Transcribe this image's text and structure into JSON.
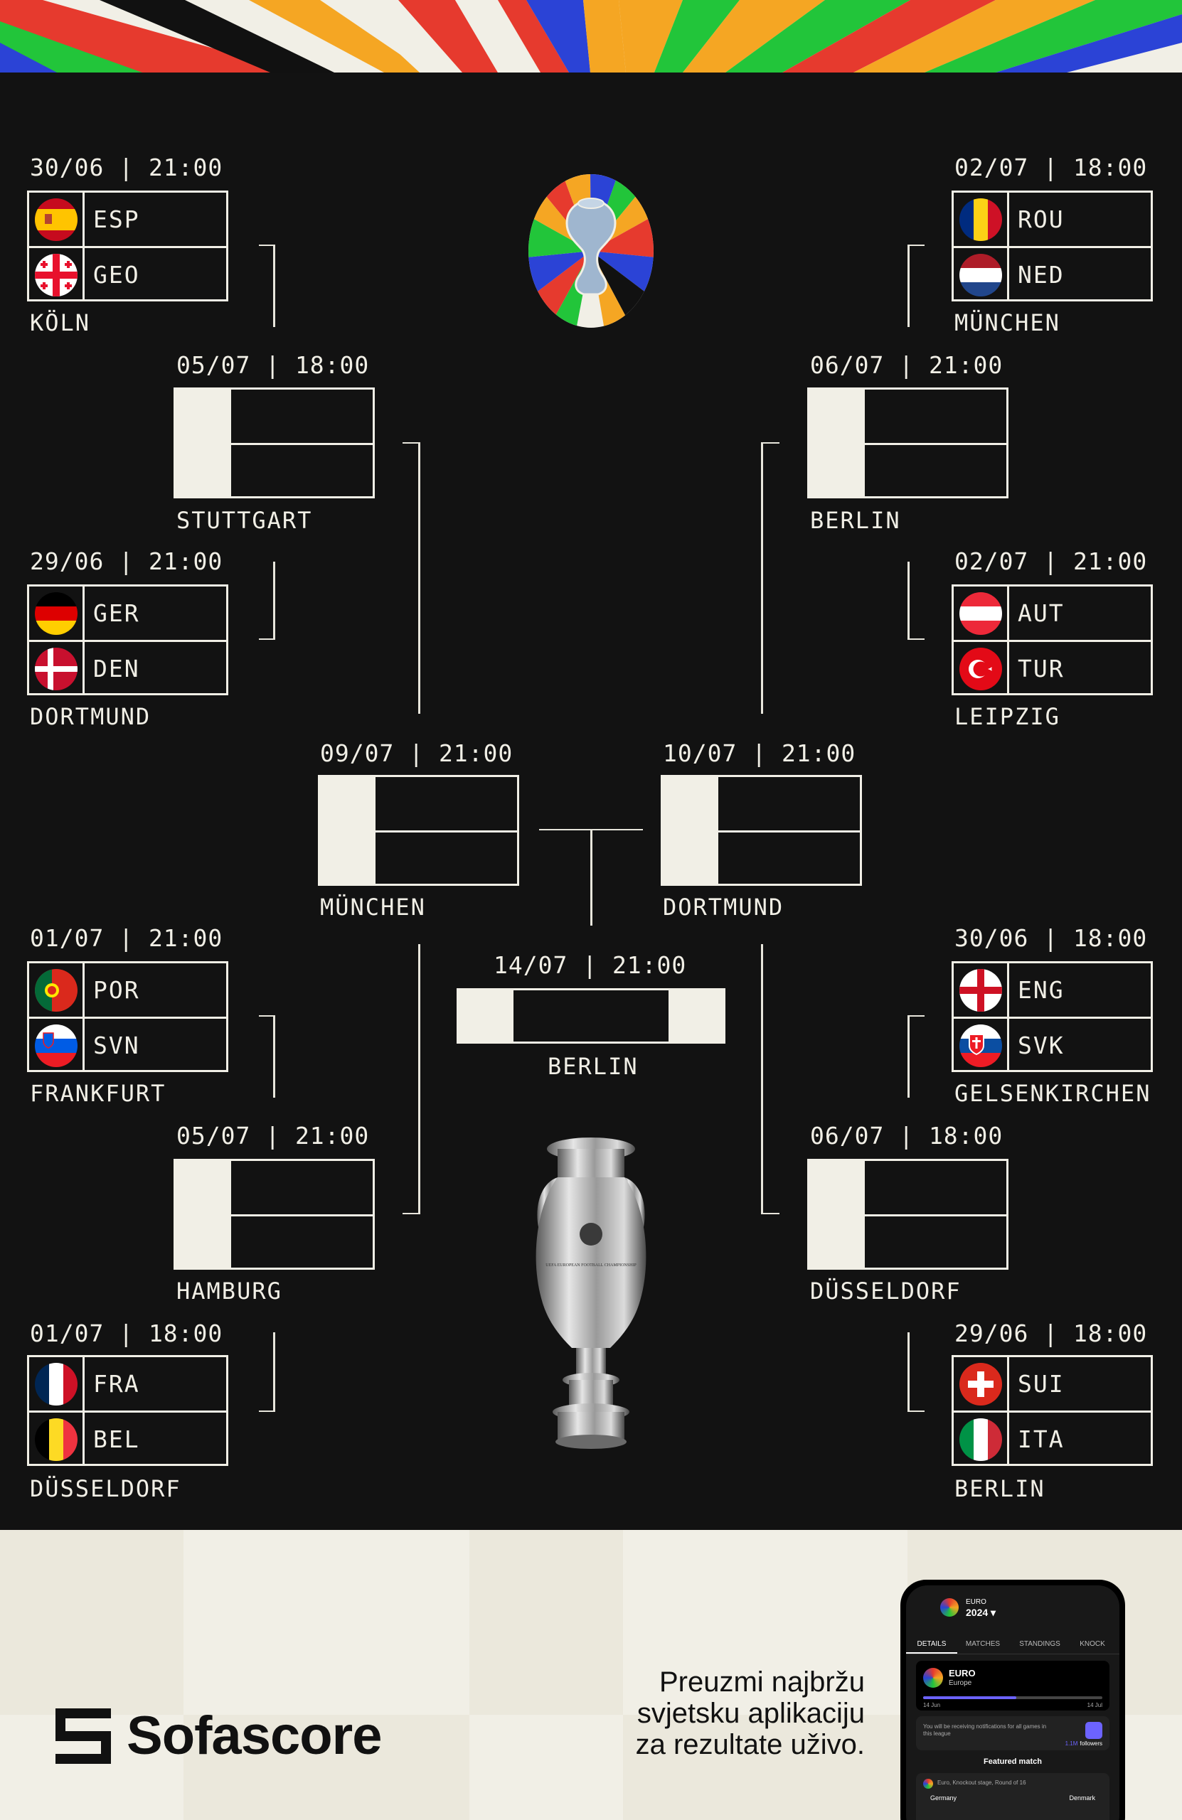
{
  "matches": {
    "r16_1": {
      "date": "30/06 | 21:00",
      "city": "KÖLN",
      "home": "ESP",
      "away": "GEO"
    },
    "r16_2": {
      "date": "29/06 | 21:00",
      "city": "DORTMUND",
      "home": "GER",
      "away": "DEN"
    },
    "r16_3": {
      "date": "01/07 | 21:00",
      "city": "FRANKFURT",
      "home": "POR",
      "away": "SVN"
    },
    "r16_4": {
      "date": "01/07 | 18:00",
      "city": "DÜSSELDORF",
      "home": "FRA",
      "away": "BEL"
    },
    "r16_5": {
      "date": "02/07 | 18:00",
      "city": "MÜNCHEN",
      "home": "ROU",
      "away": "NED"
    },
    "r16_6": {
      "date": "02/07 | 21:00",
      "city": "LEIPZIG",
      "home": "AUT",
      "away": "TUR"
    },
    "r16_7": {
      "date": "30/06 | 18:00",
      "city": "GELSENKIRCHEN",
      "home": "ENG",
      "away": "SVK"
    },
    "r16_8": {
      "date": "29/06 | 18:00",
      "city": "BERLIN",
      "home": "SUI",
      "away": "ITA"
    },
    "qf_1": {
      "date": "05/07 | 18:00",
      "city": "STUTTGART"
    },
    "qf_2": {
      "date": "05/07 | 21:00",
      "city": "HAMBURG"
    },
    "qf_3": {
      "date": "06/07 | 21:00",
      "city": "BERLIN"
    },
    "qf_4": {
      "date": "06/07 | 18:00",
      "city": "DÜSSELDORF"
    },
    "sf_1": {
      "date": "09/07 | 21:00",
      "city": "MÜNCHEN"
    },
    "sf_2": {
      "date": "10/07 | 21:00",
      "city": "DORTMUND"
    },
    "final": {
      "date": "14/07 | 21:00",
      "city": "BERLIN"
    }
  },
  "footer": {
    "brand": "Sofascore",
    "promo_line1": "Preuzmi najbržu",
    "promo_line2": "svjetsku aplikaciju",
    "promo_line3": "za rezultate uživo."
  },
  "phone": {
    "competition": "EURO",
    "season": "2024 ▾",
    "tabs": [
      "DETAILS",
      "MATCHES",
      "STANDINGS",
      "KNOCK"
    ],
    "league_name": "EURO",
    "league_region": "Europe",
    "start_date": "14 Jun",
    "end_date": "14 Jul",
    "notify_text": "You will be receiving notifications for all games in this league",
    "followers_count": "1.1M",
    "followers_label": "followers",
    "featured_title": "Featured match",
    "featured_round": "Euro, Knockout stage, Round of 16",
    "featured_home": "Germany",
    "featured_away": "Denmark"
  },
  "trophy_engraving": "UEFA EUROPEAN FOOTBALL CHAMPIONSHIP",
  "colors": {
    "background": "#121212",
    "cream": "#f1efe6",
    "accent_purple": "#6c63ff"
  }
}
